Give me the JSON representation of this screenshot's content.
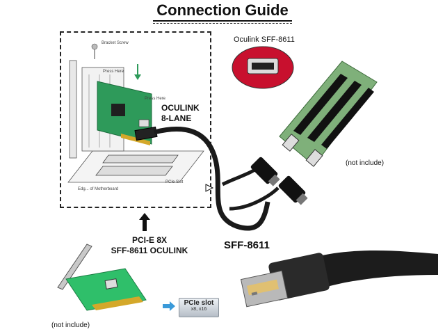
{
  "title": "Connection Guide",
  "install_diagram": {
    "bracket_screw": "Bracket Screw",
    "press_here_top": "Press Here",
    "press_here_right": "Press Here",
    "pcie_slot": "PCIe Slot",
    "edge_of_motherboard": "Edg... of Motherboard"
  },
  "labels": {
    "oculink_line1": "OCULINK",
    "oculink_line2": "8-LANE",
    "oculink_sff": "Oculink SFF-8611",
    "sff": "SFF-8611",
    "pcie_line1": "PCI-E 8X",
    "pcie_line2": "SFF-8611 OCULINK",
    "not_include_right": "(not include)",
    "not_include_bottom": "(not include)",
    "pcie_slot_box_title": "PCIe slot",
    "pcie_slot_box_sub": "x8, x16"
  },
  "colors": {
    "pcb_green": "#2e9a5a",
    "cable_black": "#1a1a1a",
    "port_red": "#c8102e",
    "arrow_blue": "#3a9ad9"
  }
}
